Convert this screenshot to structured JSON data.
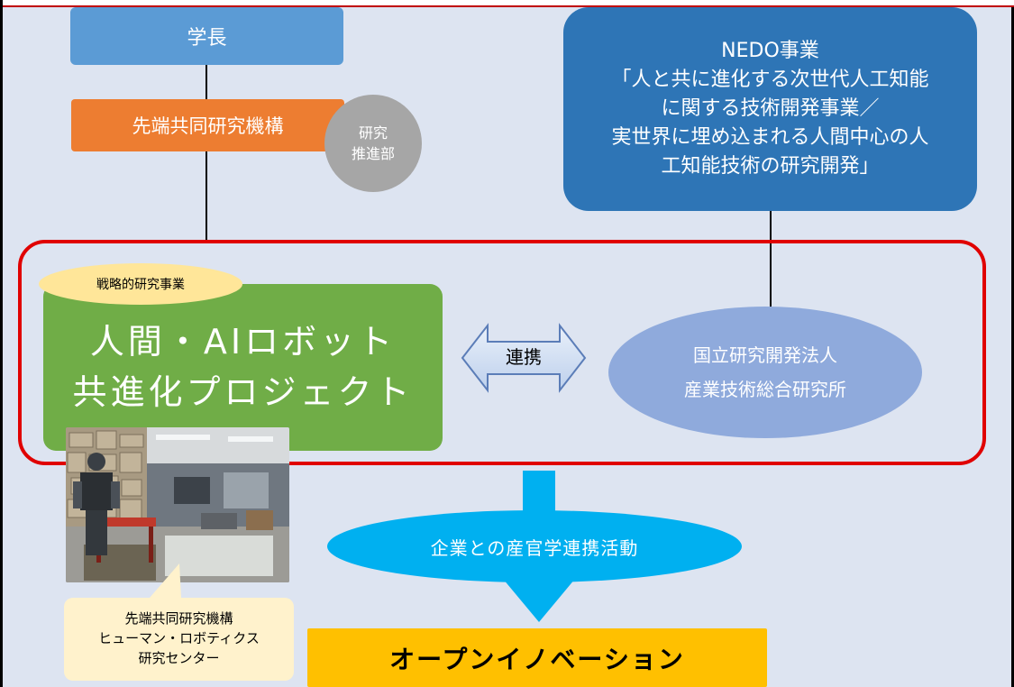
{
  "top_node": {
    "label": "学長"
  },
  "institute": {
    "label": "先端共同研究機構"
  },
  "support_office": {
    "line1": "研究",
    "line2": "推進部"
  },
  "nedo": {
    "lines": [
      "NEDO事業",
      "「人と共に進化する次世代人工知能",
      "に関する技術開発事業／",
      "実世界に埋め込まれる人間中心の人",
      "工知能技術の研究開発」"
    ]
  },
  "strategic_badge": {
    "label": "戦略的研究事業"
  },
  "project": {
    "line1": "人間・AIロボット",
    "line2": "共進化プロジェクト"
  },
  "collaboration_arrow": {
    "label": "連携"
  },
  "aist": {
    "line1": "国立研究開発法人",
    "line2": "産業技術総合研究所"
  },
  "center_callout": {
    "lines": [
      "先端共同研究機構",
      "ヒューマン・ロボティクス",
      "研究センター"
    ]
  },
  "industry_activity": {
    "label": "企業との産官学連携活動"
  },
  "outcome": {
    "label": "オープンイノベーション"
  },
  "colors": {
    "background": "#dde4f1",
    "top_node": "#5b9bd5",
    "institute": "#ed7d31",
    "support_office": "#a6a6a6",
    "nedo": "#2e75b6",
    "frame": "#e00000",
    "project": "#70ad47",
    "badge": "#ffe699",
    "aist": "#8faadc",
    "activity": "#00b0f0",
    "outcome": "#ffc000",
    "callout": "#fff2cc"
  }
}
